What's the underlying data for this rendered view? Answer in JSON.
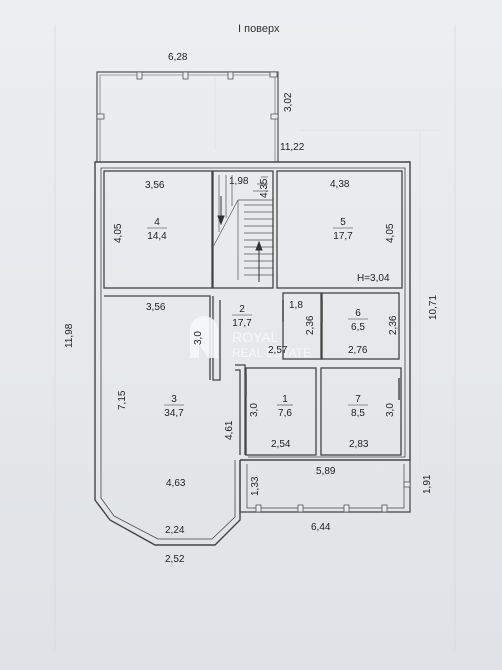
{
  "title": "I поверх",
  "dimensions": {
    "top_width": "6,28",
    "terrace_depth": "3,02",
    "overall_width": "11,22",
    "stair_width": "1,98",
    "stair_depth": "4,35",
    "total_depth": "11,98",
    "right_depth": "10,71",
    "room4_width": "3,56",
    "room4_depth": "4,05",
    "room5_width": "4,38",
    "room5_depth": "4,05",
    "room3_top_width": "3,56",
    "room3_depth": "7,15",
    "room3_side": "4,61",
    "room3_lower_width": "4,63",
    "room3_bay_width": "2,24",
    "bay_outer_width": "2,52",
    "hall_niche": "3,0",
    "closet_width": "1,8",
    "room6_depth": "2,36",
    "room6_depth_right": "2,36",
    "room6_width": "2,76",
    "mid_width": "2,57",
    "room1_depth": "3,0",
    "room1_width": "2,54",
    "room7_depth": "3,0",
    "room7_width": "2,83",
    "porch_depth": "1,33",
    "porch_width": "5,89",
    "porch_outer_width": "6,44",
    "porch_right_depth": "1,91"
  },
  "rooms": [
    {
      "number": "1",
      "area": "7,6"
    },
    {
      "number": "2",
      "area": "17,7"
    },
    {
      "number": "3",
      "area": "34,7"
    },
    {
      "number": "4",
      "area": "14,4"
    },
    {
      "number": "5",
      "area": "17,7"
    },
    {
      "number": "6",
      "area": "6,5"
    },
    {
      "number": "7",
      "area": "8,5"
    }
  ],
  "ceiling_height": "H=3,04",
  "watermark": {
    "line1": "ROYAL",
    "line2": "REAL ESTATE"
  }
}
